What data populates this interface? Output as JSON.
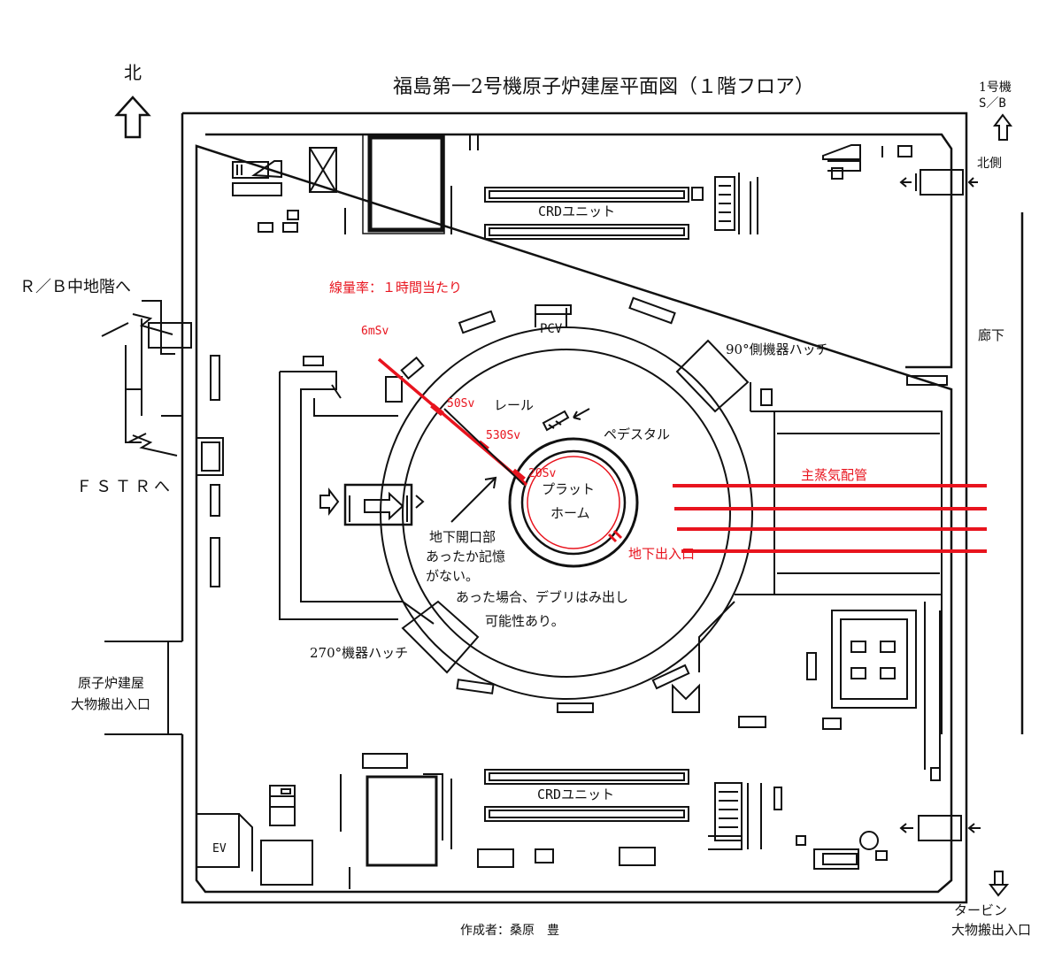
{
  "title": "福島第一2号機原子炉建屋平面図（１階フロア）",
  "north": "北",
  "unit1": "1号機",
  "unit1_sb": "S／B",
  "north_side": "北側",
  "corridor": "廊下",
  "rb_mezzanine": "Ｒ／Ｂ中地階へ",
  "fstr": "ＦＳＴＲへ",
  "crd_top": "CRDユニット",
  "crd_bottom": "CRDユニット",
  "dose_rate_note": "線量率：１時間当たり",
  "dose_6msv": "6mSv",
  "pcv": "PCV",
  "hatch_90": "90°側機器ハッチ",
  "dose_50sv": "50Sv",
  "rail": "レール",
  "dose_530sv": "530Sv",
  "pedestal": "ペデスタル",
  "dose_20sv": "20Sv",
  "platform_1": "プラット",
  "platform_2": "ホーム",
  "main_steam": "主蒸気配管",
  "underground_entrance": "地下出入口",
  "note_line1": "地下開口部",
  "note_line2": "あったか記憶",
  "note_line3": "がない。",
  "note_line4": "あった場合、デブリはみ出し",
  "note_line5": "可能性あり。",
  "hatch_270": "270°機器ハッチ",
  "rb_entrance_1": "原子炉建屋",
  "rb_entrance_2": "大物搬出入口",
  "ev": "EV",
  "author": "作成者：桑原　豊",
  "turbine_1": "タービン",
  "turbine_2": "大物搬出入口",
  "colors": {
    "annotation_red": "#e8141e",
    "line_black": "#111111"
  }
}
